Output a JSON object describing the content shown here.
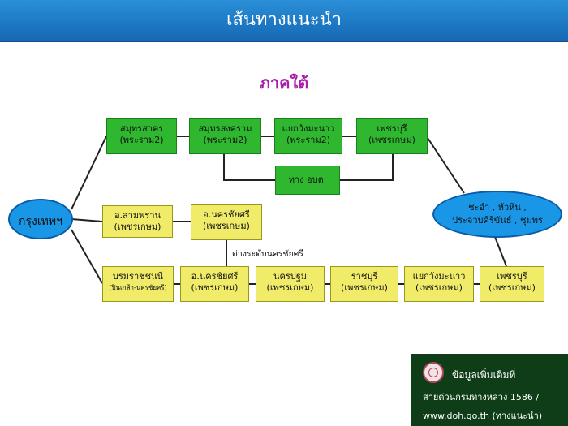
{
  "header": {
    "title": "เส้นทางแนะนำ"
  },
  "section": {
    "title": "ภาคใต้"
  },
  "nodes": {
    "bangkok": "กรุงเทพฯ",
    "samut_sakhon": {
      "l1": "สมุทรสาคร",
      "l2": "(พระราม2)"
    },
    "samut_songkhram": {
      "l1": "สมุทรสงคราม",
      "l2": "(พระราม2)"
    },
    "yaek_wang_manao_top": {
      "l1": "แยกวังมะนาว",
      "l2": "(พระราม2)"
    },
    "phetchaburi_top": {
      "l1": "เพชรบุรี",
      "l2": "(เพชรเกษม)"
    },
    "route_obt": "ทาง อบต.",
    "sam_phran": {
      "l1": "อ.สามพราน",
      "l2": "(เพชรเกษม)"
    },
    "nakhon_chai_si_mid": {
      "l1": "อ.นครชัยศรี",
      "l2": "(เพชรเกษม)"
    },
    "boromratchachonnani": {
      "l1": "บรมราชชนนี",
      "l2": "(ปิ่นเกล้า-นครชัยศรี)"
    },
    "nakhon_chai_si_bottom": {
      "l1": "อ.นครชัยศรี",
      "l2": "(เพชรเกษม)"
    },
    "nakhon_pathom": {
      "l1": "นครปฐม",
      "l2": "(เพชรเกษม)"
    },
    "ratchaburi": {
      "l1": "ราชบุรี",
      "l2": "(เพชรเกษม)"
    },
    "yaek_wang_manao_bottom": {
      "l1": "แยกวังมะนาว",
      "l2": "(เพชรเกษม)"
    },
    "phetchaburi_bottom": {
      "l1": "เพชรบุรี",
      "l2": "(เพชรเกษม)"
    },
    "destinations": {
      "l1": "ชะอำ , หัวหิน ,",
      "l2": "ประจวบคีรีขันธ์ , ชุมพร"
    }
  },
  "notes": {
    "interchange": "ต่างระดับนครชัยศรี"
  },
  "info": {
    "title": "ข้อมูลเพิ่มเติมที่",
    "hotline": "สายด่วนกรมทางหลวง 1586 /",
    "website": "www.doh.go.th (ทางแนะนำ)"
  },
  "colors": {
    "header": "#1a74c2",
    "green_node": "#2fb82f",
    "yellow_node": "#f0ec6a",
    "ellipse": "#1997e6",
    "title_purple": "#a81ea8",
    "info_bg": "#0f3d17"
  },
  "icons": {
    "info_logo": "department-of-highways-seal-icon"
  }
}
